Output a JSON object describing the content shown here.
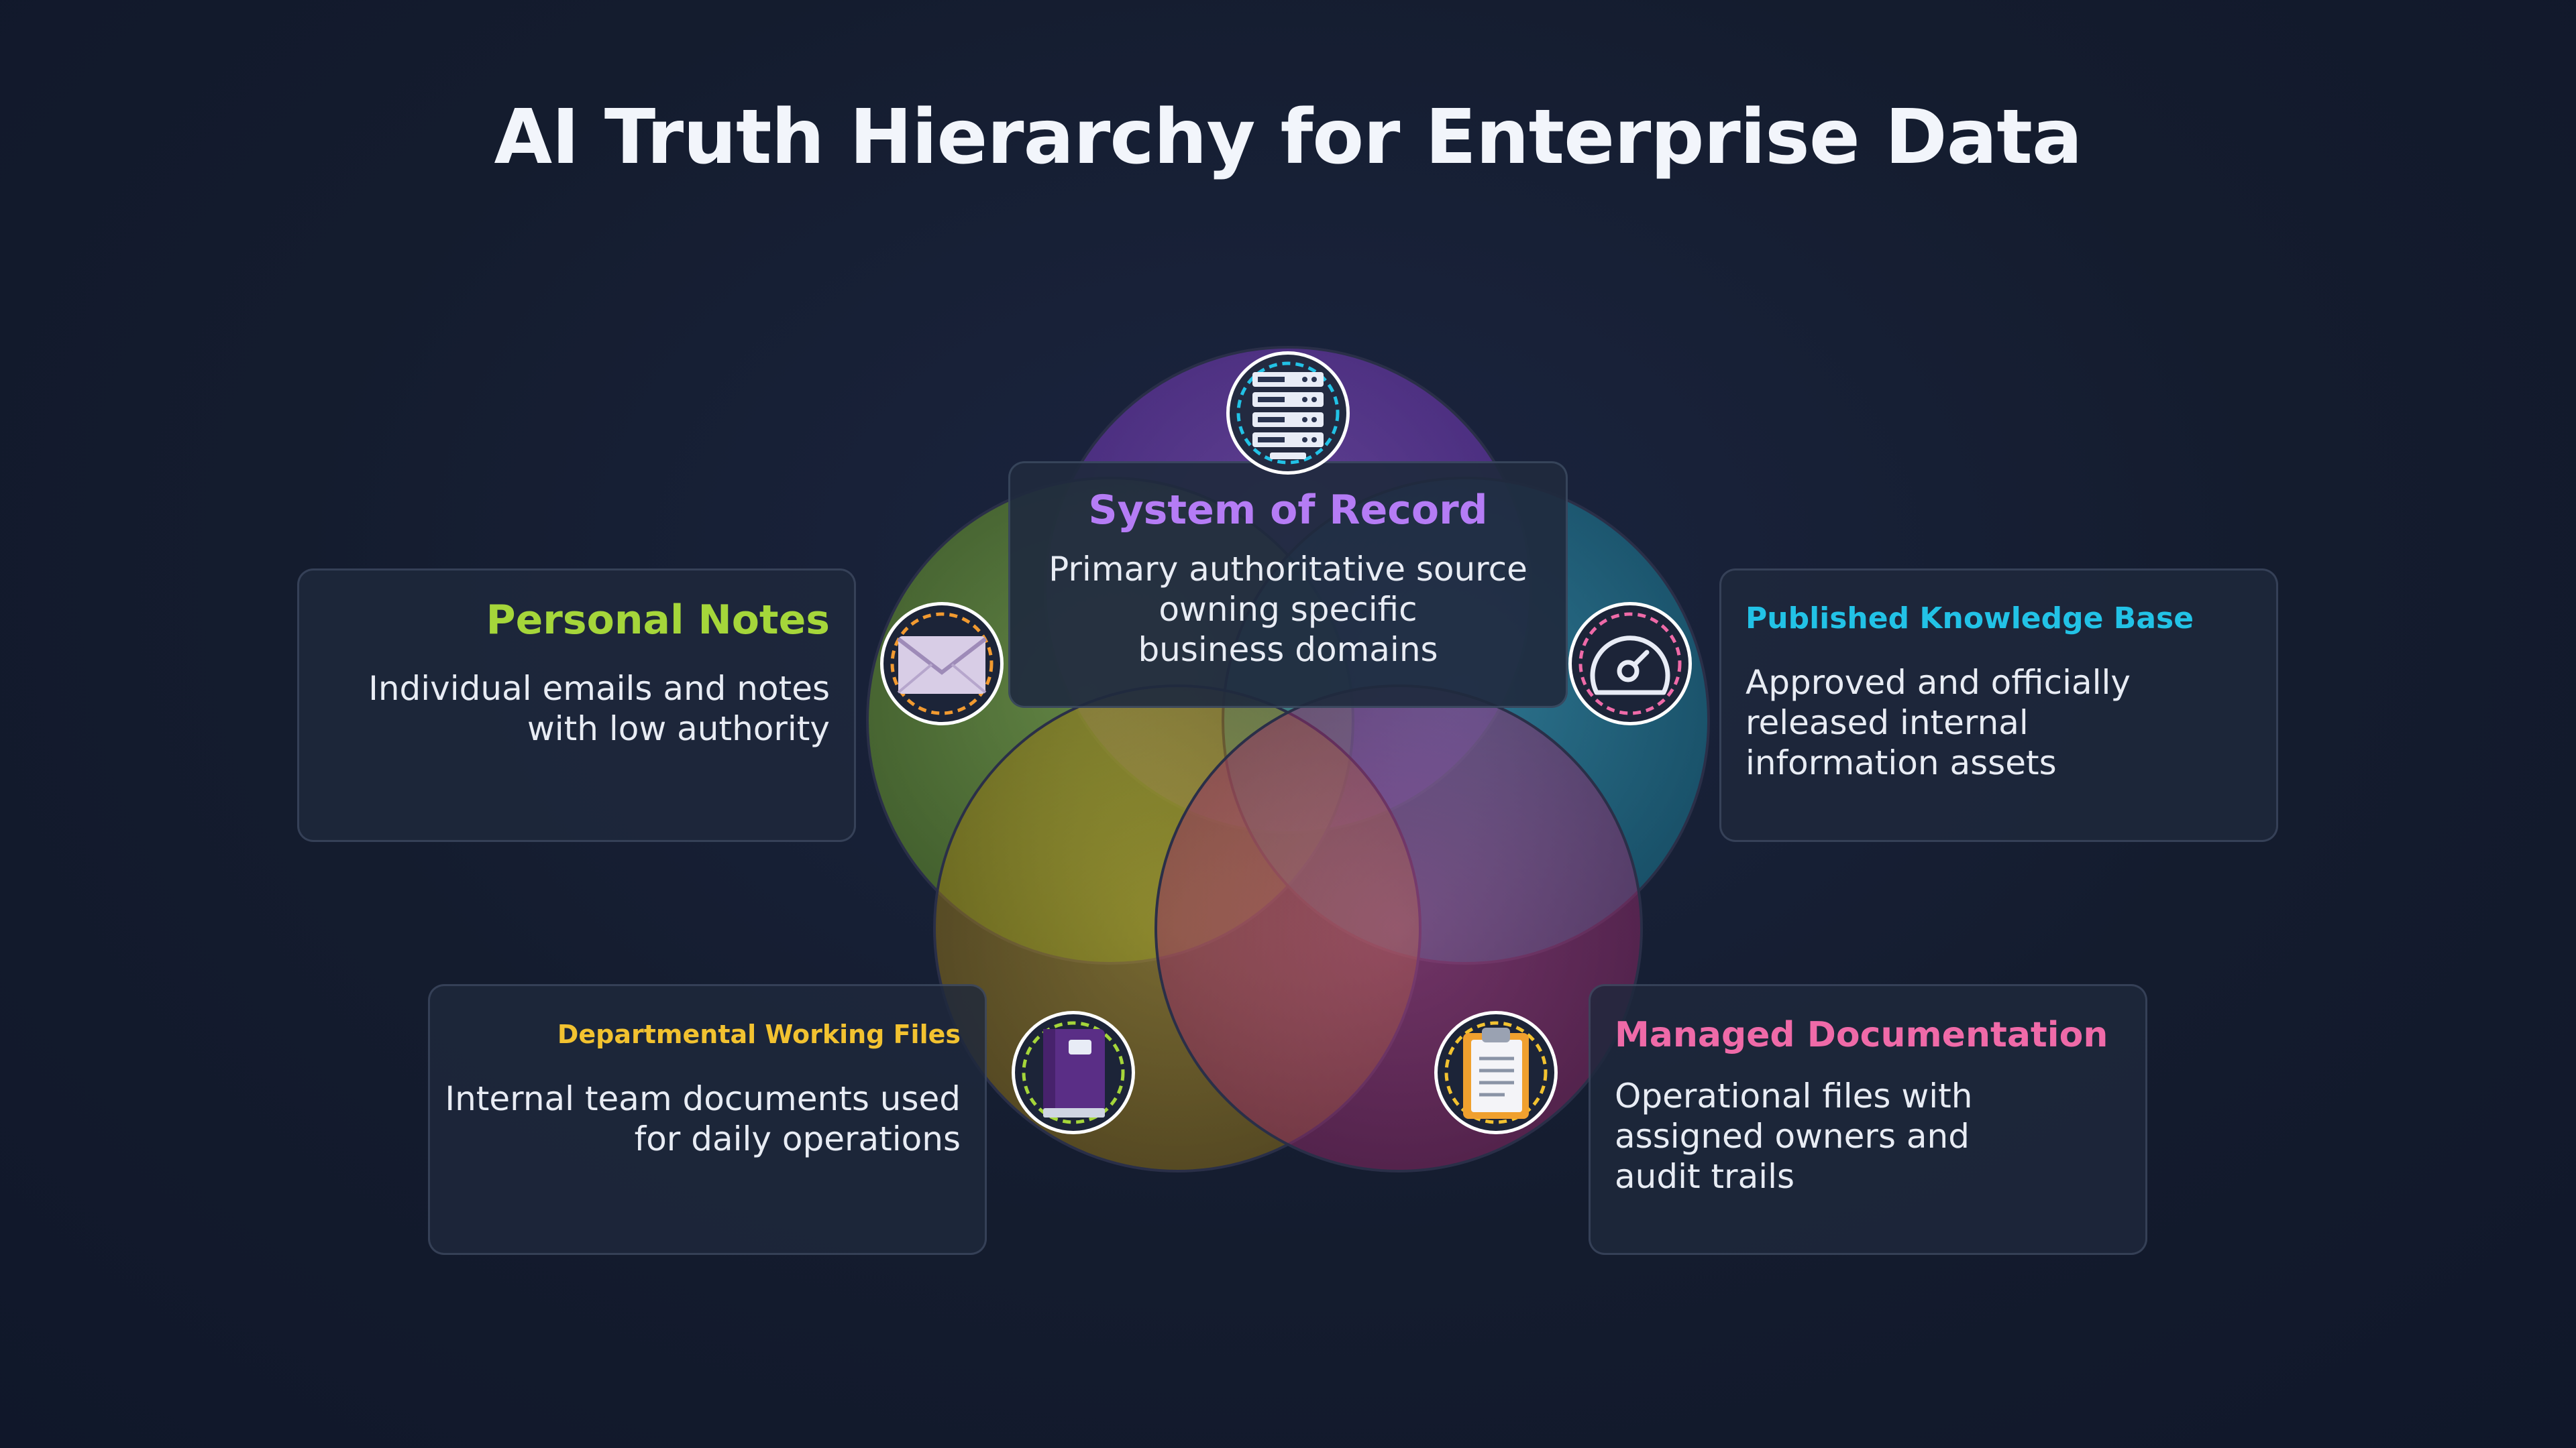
{
  "title": "AI Truth Hierarchy for Enterprise Data",
  "nodes": {
    "system_of_record": {
      "title": "System of Record",
      "description": "Primary authoritative source\nowning specific\nbusiness domains",
      "color": "#b57cf5",
      "icon": "server-rack-icon"
    },
    "personal_notes": {
      "title": "Personal Notes",
      "description": "Individual emails and notes\nwith low authority",
      "color": "#a5d63a",
      "icon": "envelope-icon"
    },
    "published_kb": {
      "title": "Published Knowledge Base",
      "description": "Approved and officially\nreleased internal\ninformation assets",
      "color": "#22c2e6",
      "icon": "gauge-icon"
    },
    "departmental_files": {
      "title": "Departmental Working Files",
      "description": "Internal team documents used\nfor daily operations",
      "color": "#f2c230",
      "icon": "notebook-icon"
    },
    "managed_docs": {
      "title": "Managed Documentation",
      "description": "Operational files with\nassigned owners and\naudit trails",
      "color": "#ef6aa8",
      "icon": "clipboard-icon"
    }
  },
  "colors": {
    "background": "#141c2e",
    "purple": "#7b3fc4",
    "green": "#8bc43a",
    "teal": "#1e93b0",
    "yellow": "#c49a1e",
    "pink": "#b23a86"
  }
}
